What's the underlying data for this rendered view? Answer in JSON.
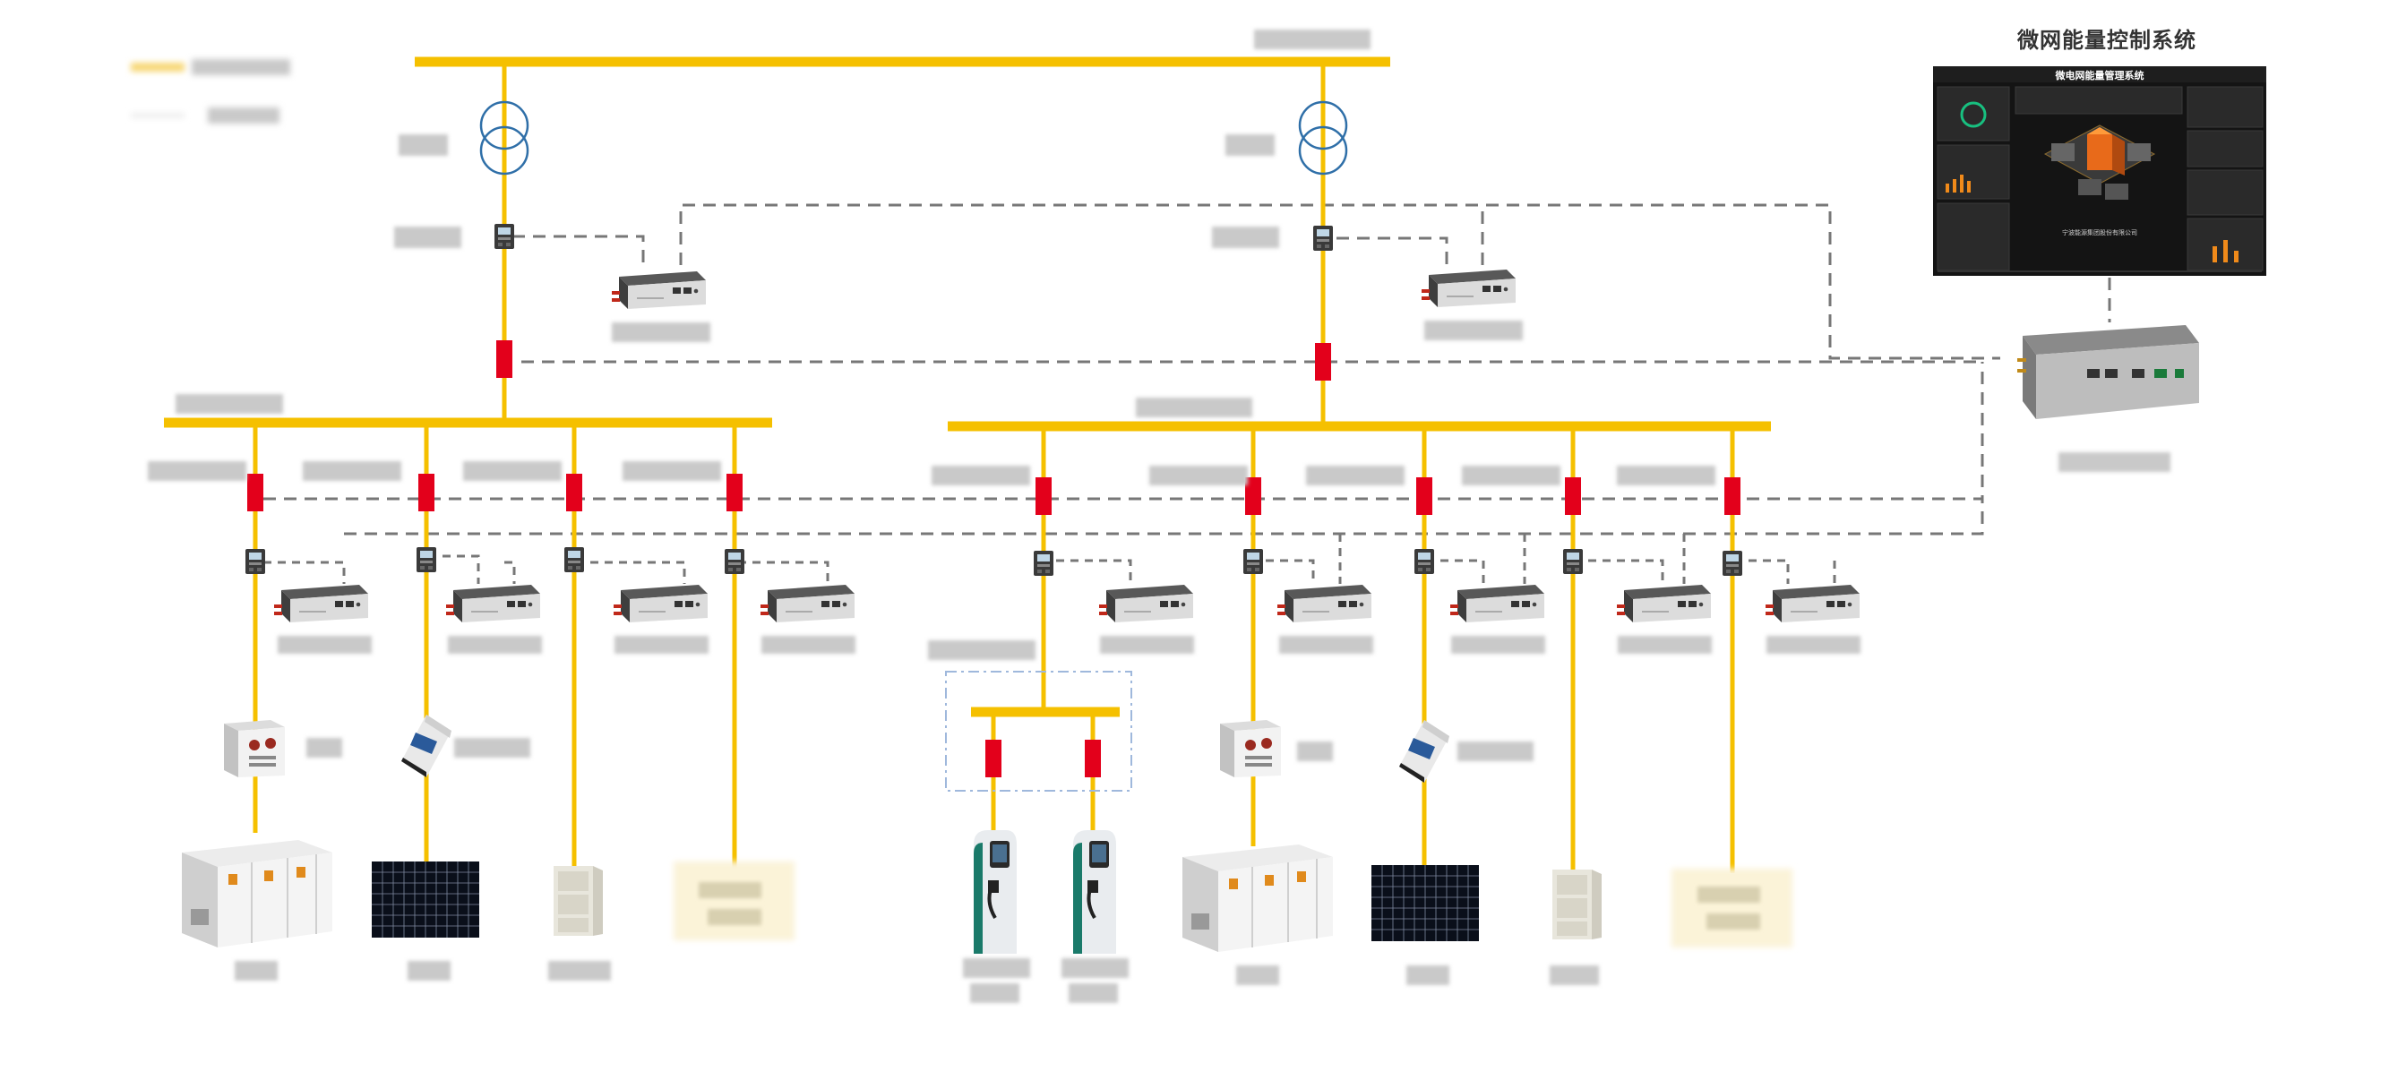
{
  "title": "微网能量控制系统",
  "screen": {
    "header": "微电网能量管理系统",
    "footer": "宁波能源集团股份有限公司"
  },
  "colors": {
    "bus": "#f5c000",
    "breaker": "#e3001b",
    "dashed": "#777777",
    "screen_bg": "#141414",
    "accent": "#f08a1a"
  }
}
